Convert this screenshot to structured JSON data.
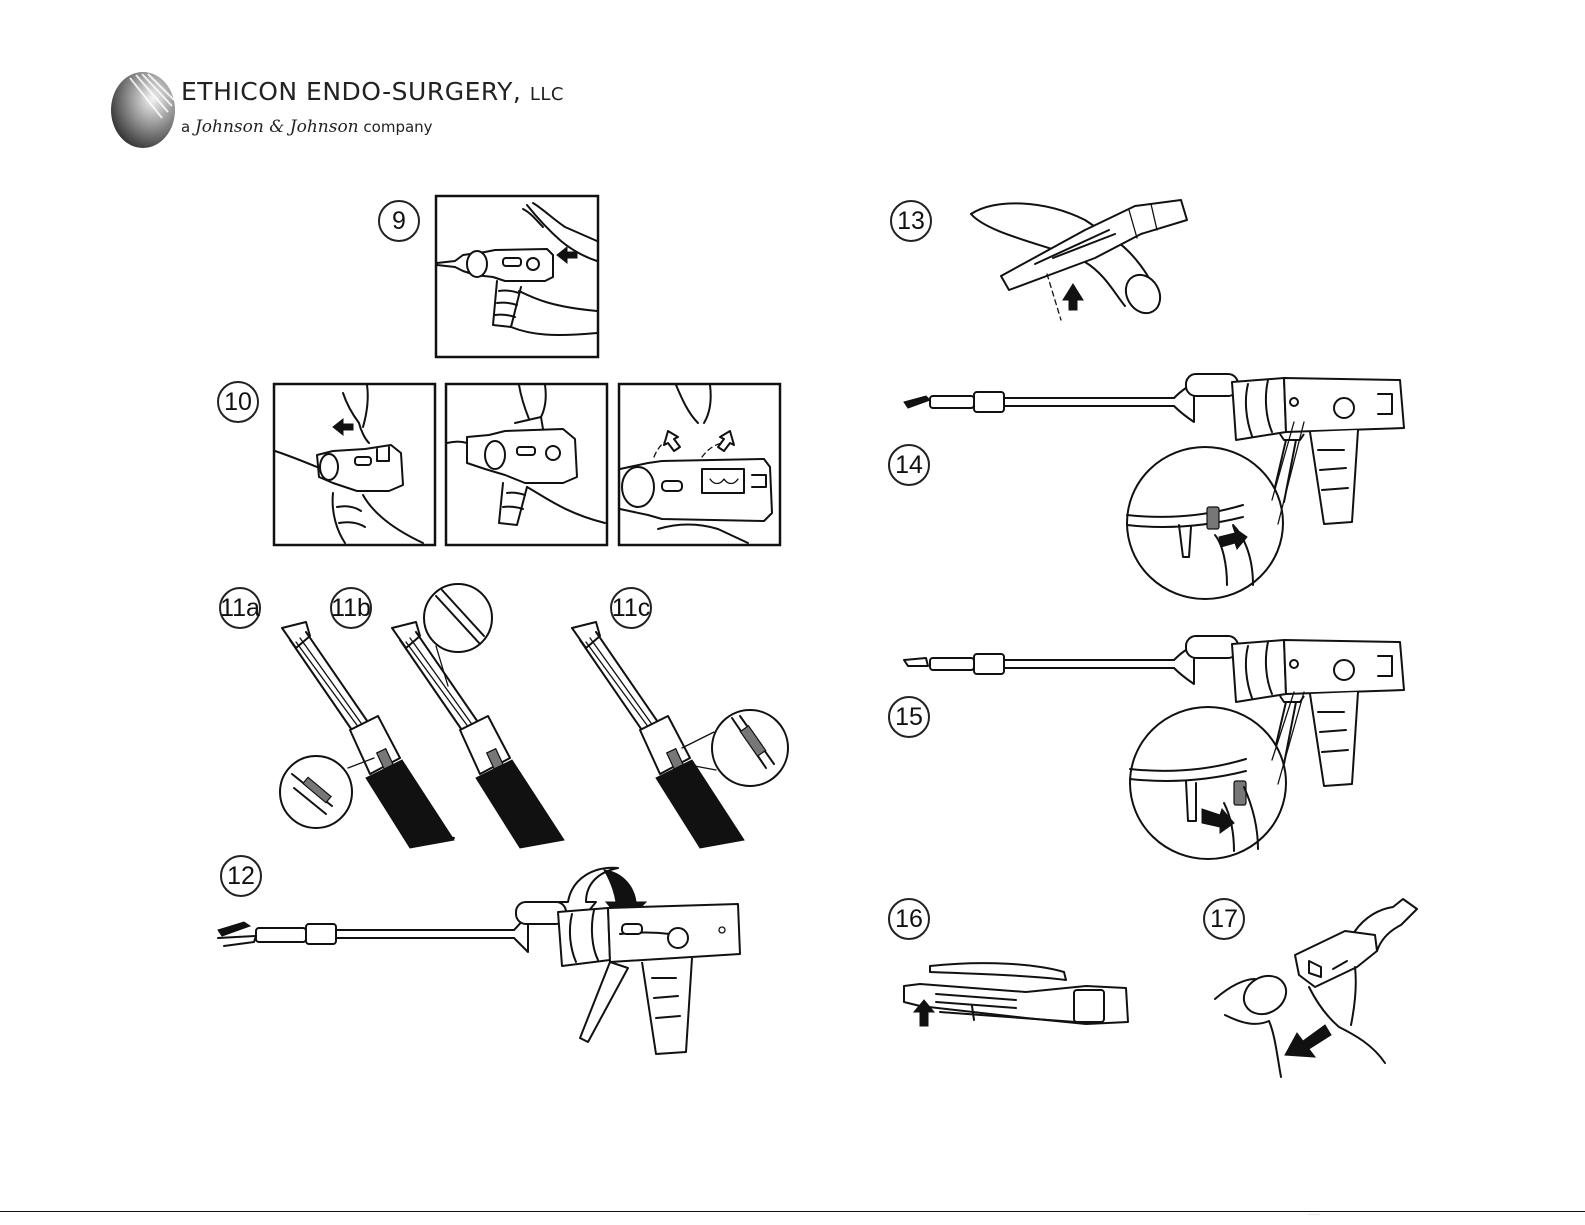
{
  "header": {
    "company_name": "ETHICON ENDO-SURGERY,",
    "company_suffix": "LLC",
    "tagline_prefix": "a",
    "tagline_brand": "Johnson & Johnson",
    "tagline_suffix": "company"
  },
  "steps": {
    "s9": "9",
    "s10": "10",
    "s11a": "11a",
    "s11b": "11b",
    "s11c": "11c",
    "s12": "12",
    "s13": "13",
    "s14": "14",
    "s15": "15",
    "s16": "16",
    "s17": "17"
  },
  "footer": {
    "text": "······"
  }
}
